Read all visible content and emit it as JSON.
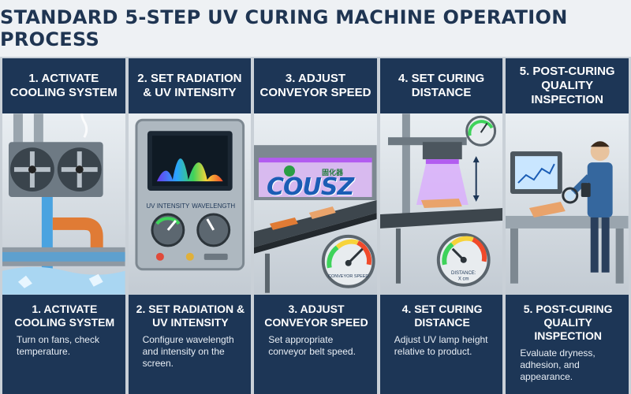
{
  "title": "STANDARD 5-STEP UV CURING MACHINE OPERATION PROCESS",
  "steps": [
    {
      "header": "1. ACTIVATE COOLING SYSTEM",
      "caption_title": "1. ACTIVATE COOLING SYSTEM",
      "description": "Turn on fans, check temperature.",
      "icon": "cooling-fans-icon"
    },
    {
      "header": "2. SET RADIATION & UV INTENSITY",
      "caption_title": "2. SET RADIATION & UV INTENSITY",
      "description": "Configure wavelength and intensity on the screen.",
      "icon": "control-panel-icon",
      "panel_labels": {
        "intensity": "UV INTENSITY",
        "wavelength": "WAVELENGTH"
      }
    },
    {
      "header": "3. ADJUST CONVEYOR SPEED",
      "caption_title": "3. ADJUST CONVEYOR SPEED",
      "description": "Set appropriate conveyor belt speed.",
      "icon": "conveyor-gauge-icon",
      "gauge_label": "CONVEYOR SPEED"
    },
    {
      "header": "4. SET CURING DISTANCE",
      "caption_title": "4. SET CURING DISTANCE",
      "description": "Adjust UV lamp height relative to product.",
      "icon": "lamp-distance-icon",
      "gauge_label": "DISTANCE:",
      "gauge_value": "X cm"
    },
    {
      "header": "5. POST-CURING QUALITY INSPECTION",
      "caption_title": "5. POST-CURING QUALITY INSPECTION",
      "description": "Evaluate dryness, adhesion, and appearance.",
      "icon": "inspector-icon"
    }
  ],
  "watermark": {
    "text": "COUSZ",
    "sub": "固化器"
  },
  "colors": {
    "navy": "#1d3656",
    "uv_purple": "#b25cf0",
    "orange": "#e07b35",
    "water_blue": "#4aa3e0"
  }
}
